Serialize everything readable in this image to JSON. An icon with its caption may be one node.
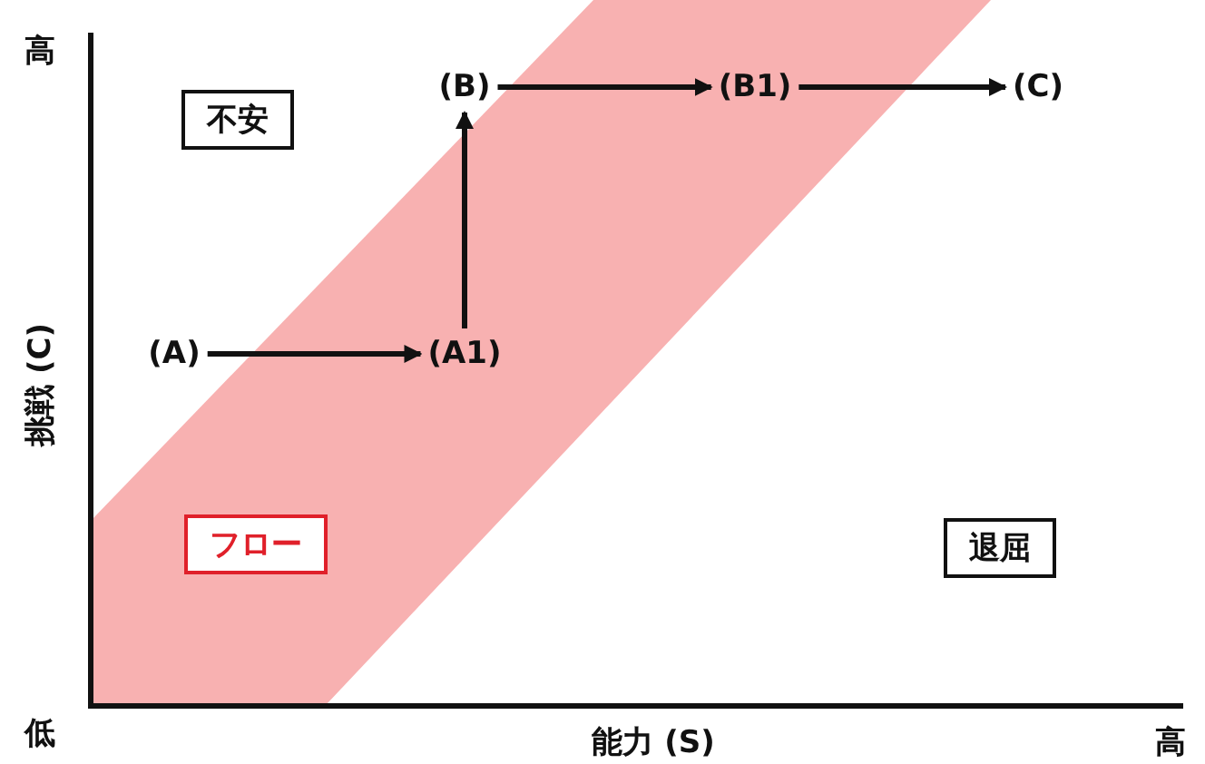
{
  "diagram": {
    "nodes": [
      {
        "text": [
          "不安"
        ]
      },
      {
        "text": [
          "フロー"
        ]
      },
      {
        "text": [
          "退屈"
        ]
      },
      {
        "text": [
          "(A)"
        ]
      },
      {
        "text": [
          "(A1)"
        ]
      },
      {
        "text": [
          "(B)"
        ]
      },
      {
        "text": [
          "(B1)"
        ]
      },
      {
        "text": [
          "(C)"
        ]
      }
    ],
    "edges": [
      {
        "from": 3,
        "to": 4,
        "arrow": "to"
      },
      {
        "from": 4,
        "to": 5,
        "arrow": "to"
      },
      {
        "from": 5,
        "to": 6,
        "arrow": "to"
      },
      {
        "from": 6,
        "to": 7,
        "arrow": "to"
      }
    ],
    "labels": [
      "高",
      "挑戦 (C)",
      "低",
      "能力 (S)",
      "高"
    ]
  }
}
